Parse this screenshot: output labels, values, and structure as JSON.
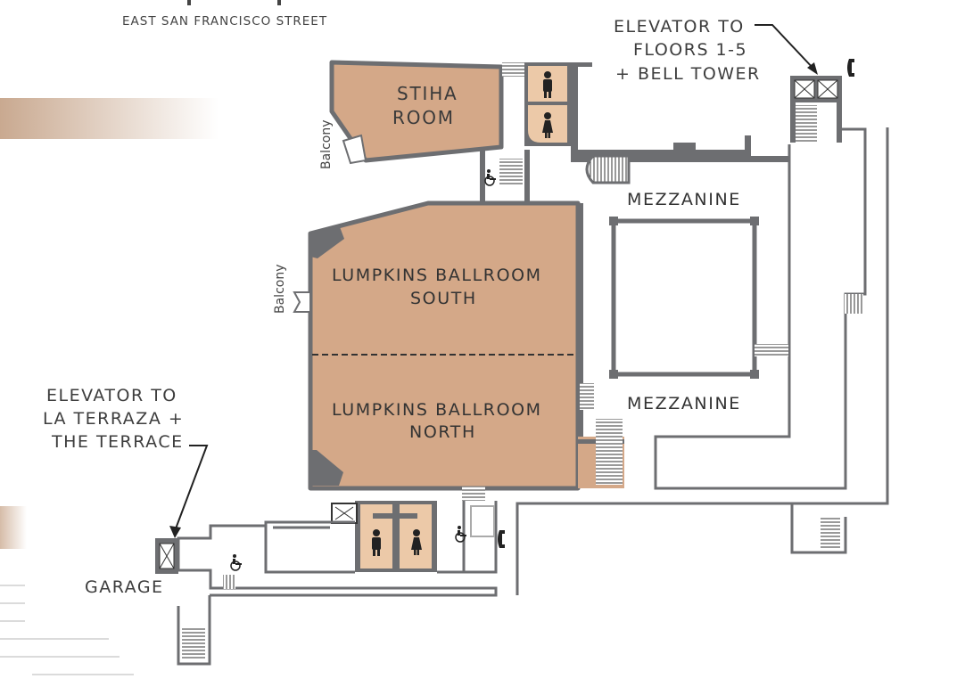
{
  "street": "EAST SAN FRANCISCO STREET",
  "labels": {
    "elevator_upper_1": "ELEVATOR TO",
    "elevator_upper_2": "FLOORS 1-5",
    "elevator_upper_3": "+ BELL TOWER",
    "elevator_lower_1": "ELEVATOR TO",
    "elevator_lower_2": "LA TERRAZA +",
    "elevator_lower_3": "THE TERRACE",
    "garage": "GARAGE",
    "balcony": "Balcony",
    "mezzanine": "MEZZANINE"
  },
  "rooms": {
    "stiha_1": "STIHA",
    "stiha_2": "ROOM",
    "ballroom_south_1": "LUMPKINS BALLROOM",
    "ballroom_south_2": "SOUTH",
    "ballroom_north_1": "LUMPKINS BALLROOM",
    "ballroom_north_2": "NORTH"
  },
  "colors": {
    "room_fill": "#d4a888",
    "restroom_fill": "#ecc9a8",
    "wall": "#6d6e71",
    "accent_gradient": "#c9a990"
  },
  "icons": [
    "elevator-icon",
    "telephone-icon",
    "wheelchair-icon",
    "restroom-men-icon",
    "restroom-women-icon",
    "stairs-icon"
  ]
}
